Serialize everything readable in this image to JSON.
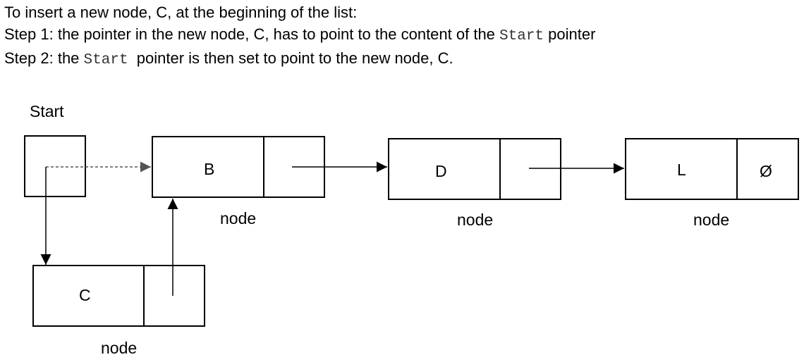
{
  "instructions": {
    "intro": "To insert a new node, C, at the beginning of the list:",
    "step1_prefix": "Step 1: the pointer in the new node, C, has to point to the content of the ",
    "step1_code": "Start",
    "step1_suffix": " pointer",
    "step2_prefix": "Step 2: the ",
    "step2_code": "Start",
    "step2_suffix": "  pointer is then set to point to the new node, C."
  },
  "diagram": {
    "start_label": "Start",
    "nodes": [
      {
        "id": "B",
        "data": "B",
        "pointer": "",
        "caption": "node"
      },
      {
        "id": "D",
        "data": "D",
        "pointer": "",
        "caption": "node"
      },
      {
        "id": "L",
        "data": "L",
        "pointer": "Ø",
        "caption": "node"
      },
      {
        "id": "C",
        "data": "C",
        "pointer": "",
        "caption": "node"
      }
    ],
    "links": [
      {
        "from": "Start",
        "to": "B",
        "style": "dashed"
      },
      {
        "from": "Start",
        "to": "C",
        "style": "solid"
      },
      {
        "from": "C",
        "to": "B",
        "style": "solid"
      },
      {
        "from": "B",
        "to": "D",
        "style": "solid"
      },
      {
        "from": "D",
        "to": "L",
        "style": "solid"
      }
    ],
    "colors": {
      "line": "#000000",
      "dashed_arrow": "#555555"
    }
  }
}
